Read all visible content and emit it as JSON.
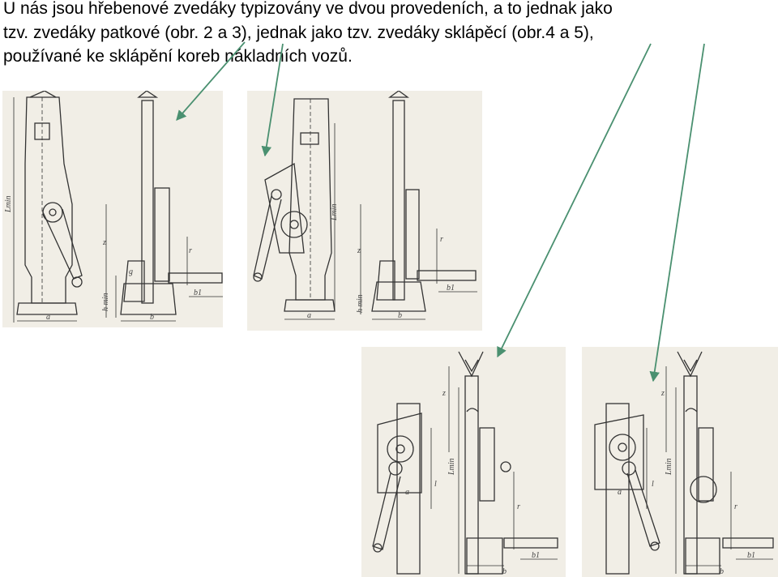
{
  "text": {
    "line1": "U nás jsou hřebenové zvedáky typizovány ve dvou provedeních, a to jednak jako",
    "line2": "tzv. zvedáky patkové (obr. 2 a 3), jednak jako tzv. zvedáky sklápěcí (obr.4 a 5),",
    "line3": "používané ke sklápění koreb nákladních vozů."
  },
  "figures": [
    {
      "id": "fig-2",
      "labels": {
        "lmin": "Lmin",
        "z": "z",
        "r": "r",
        "g": "g",
        "hmin": "h min",
        "a": "a",
        "b": "b",
        "b1": "b1"
      }
    },
    {
      "id": "fig-3",
      "labels": {
        "lmin": "Lmin",
        "z": "z",
        "r": "r",
        "hmin": "h min",
        "a": "a",
        "b": "b",
        "b1": "b1"
      }
    },
    {
      "id": "fig-4",
      "labels": {
        "z": "z",
        "lmin": "Lmin",
        "l": "l",
        "a": "a",
        "r": "r",
        "b": "b",
        "b1": "b1"
      }
    },
    {
      "id": "fig-5",
      "labels": {
        "z": "z",
        "lmin": "Lmin",
        "l": "l",
        "a": "a",
        "r": "r",
        "b": "b",
        "b1": "b1"
      }
    }
  ],
  "colors": {
    "arrow": "#4a9070",
    "paper": "#f1eee6",
    "ink": "#333333"
  }
}
